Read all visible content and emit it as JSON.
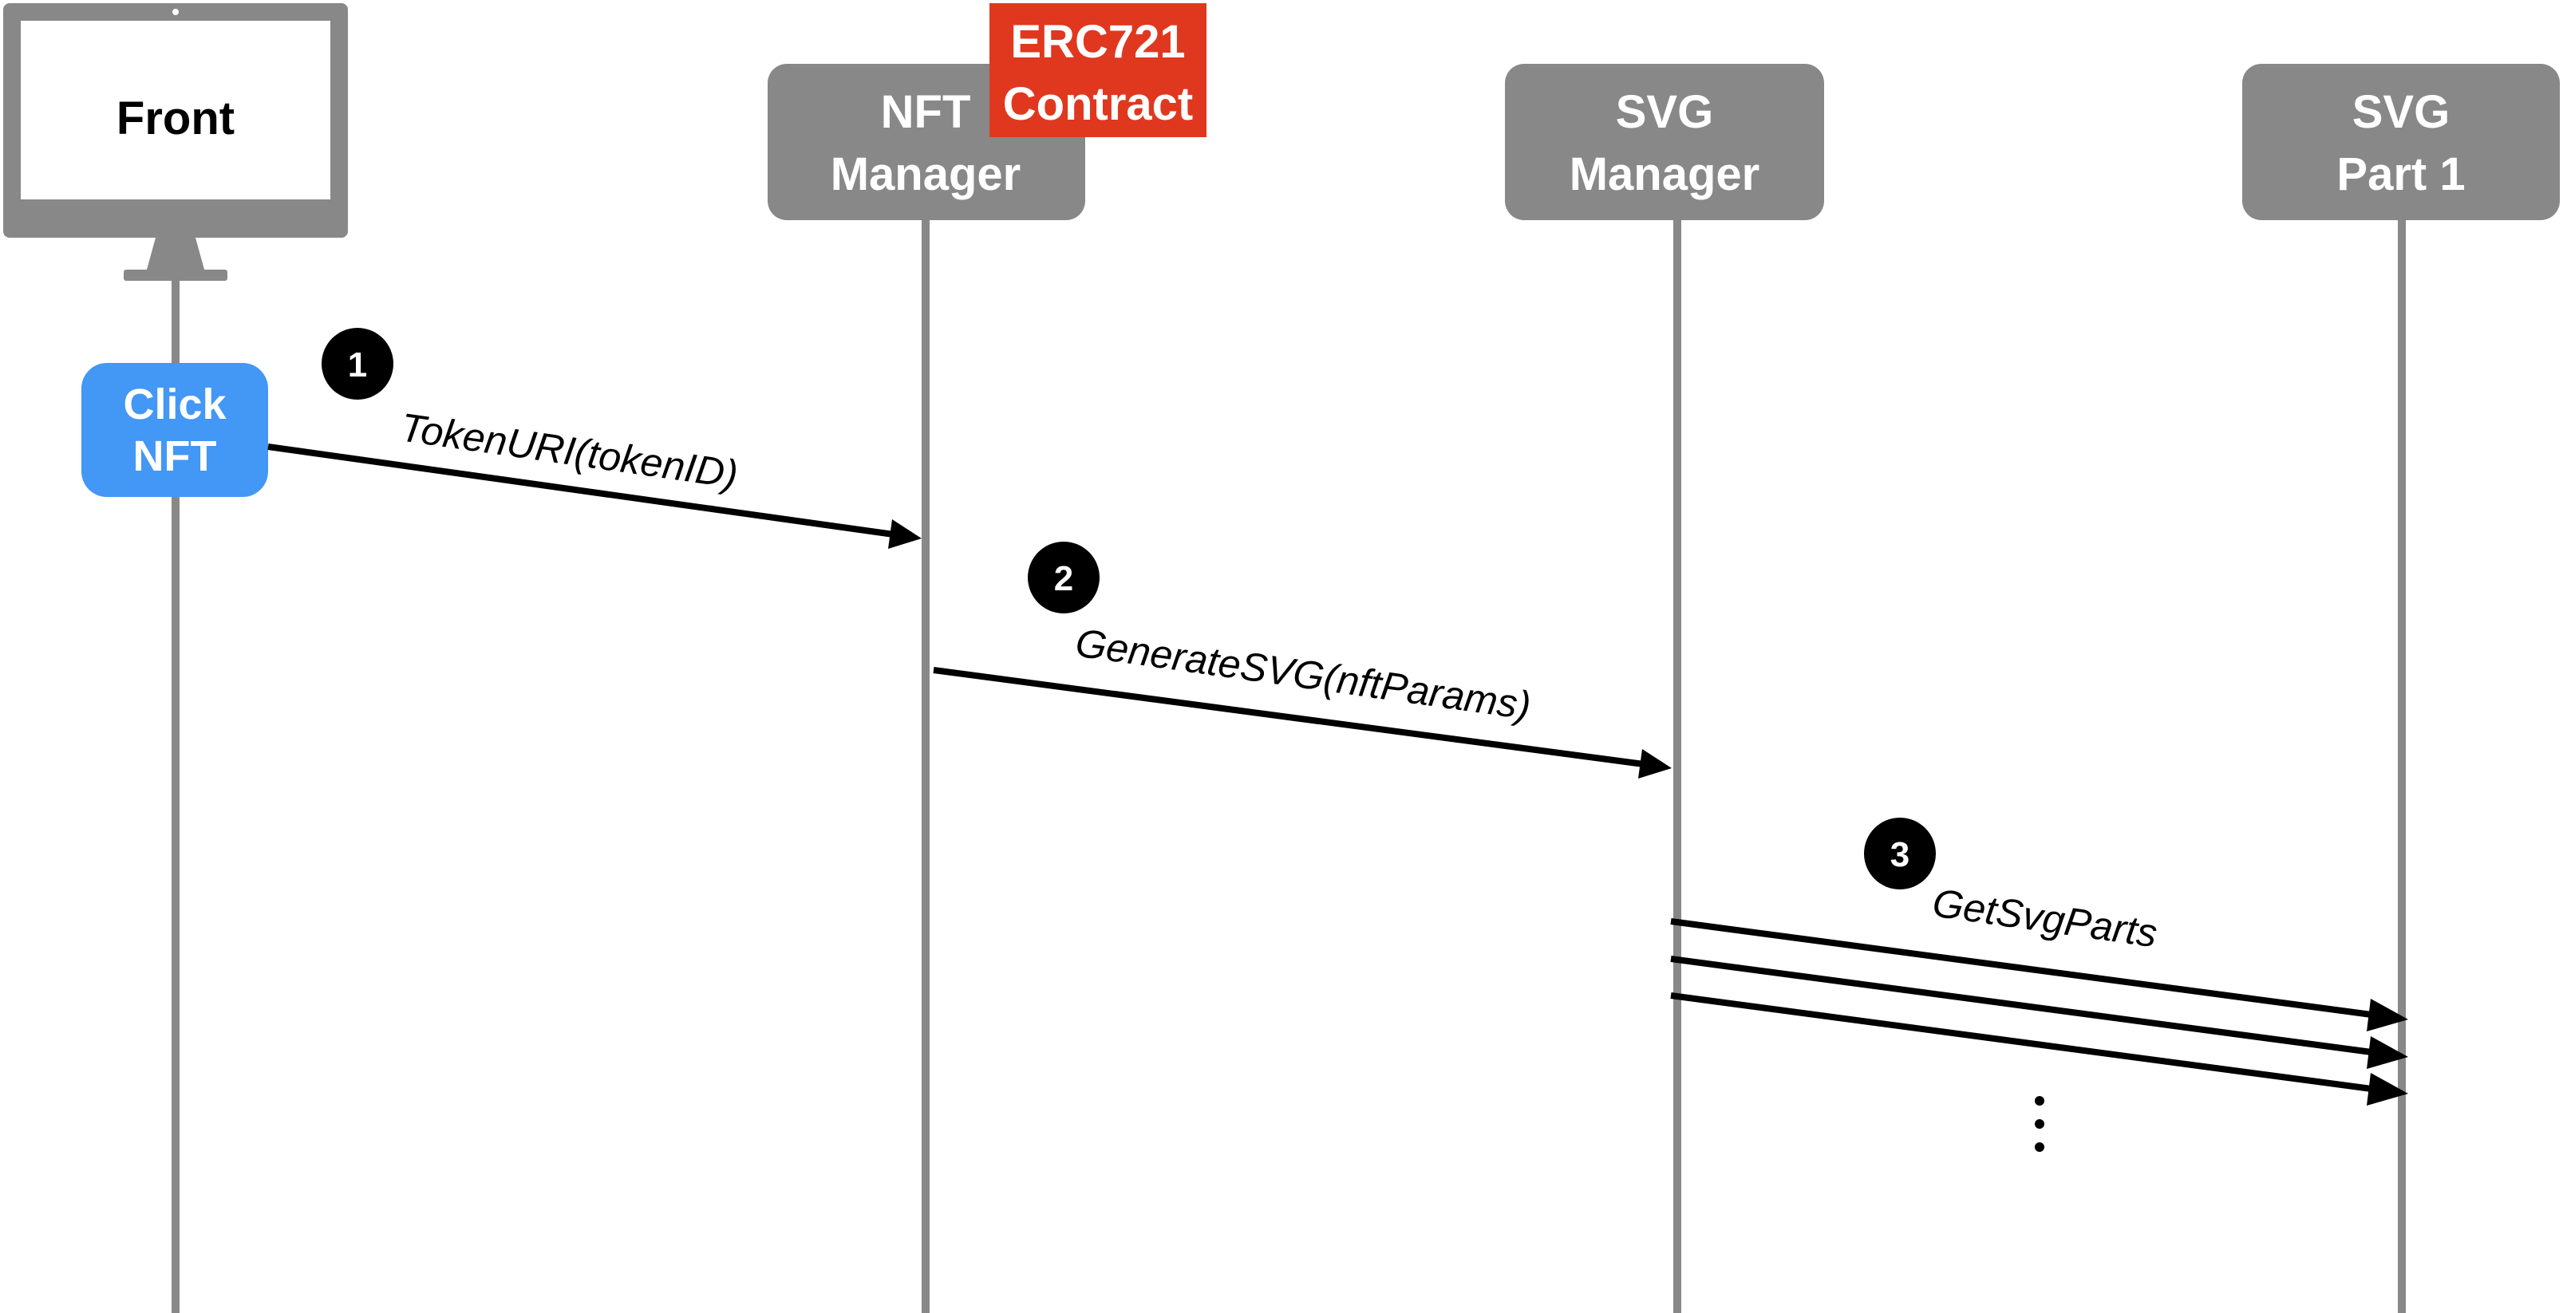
{
  "actors": {
    "front": {
      "label": "Front"
    },
    "nft_manager": {
      "label_line1": "NFT",
      "label_line2": "Manager"
    },
    "erc721_badge": {
      "label_line1": "ERC721",
      "label_line2": "Contract"
    },
    "svg_manager": {
      "label_line1": "SVG",
      "label_line2": "Manager"
    },
    "svg_part1": {
      "label_line1": "SVG",
      "label_line2": "Part 1"
    }
  },
  "click_nft": {
    "label_line1": "Click",
    "label_line2": "NFT"
  },
  "messages": [
    {
      "step": "1",
      "label": "TokenURI(tokenID)"
    },
    {
      "step": "2",
      "label": "GenerateSVG(nftParams)"
    },
    {
      "step": "3",
      "label": "GetSvgParts"
    }
  ],
  "colors": {
    "lifeline": "#888888",
    "actor_box": "#888888",
    "badge": "#e0381f",
    "click_button": "#4397f5",
    "arrow": "#000000"
  },
  "icons": {
    "front": "monitor-icon"
  }
}
